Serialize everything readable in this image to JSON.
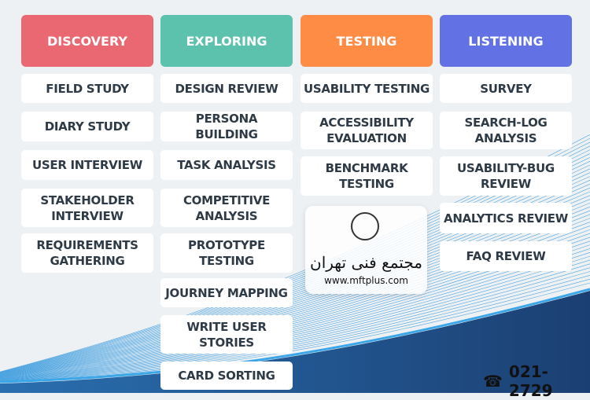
{
  "columns": [
    {
      "title": "DISCOVERY",
      "color": "#ea6872",
      "items": [
        "FIELD STUDY",
        "DIARY STUDY",
        "USER INTERVIEW",
        "STAKEHOLDER INTERVIEW",
        "REQUIREMENTS GATHERING"
      ]
    },
    {
      "title": "EXPLORING",
      "color": "#5cc2ad",
      "items": [
        "DESIGN REVIEW",
        "PERSONA BUILDING",
        "TASK ANALYSIS",
        "COMPETITIVE ANALYSIS",
        "PROTOTYPE TESTING",
        "JOURNEY MAPPING",
        "WRITE USER STORIES",
        "CARD SORTING"
      ]
    },
    {
      "title": "TESTING",
      "color": "#ff8c45",
      "items": [
        "USABILITY TESTING",
        "ACCESSIBILITY EVALUATION",
        "BENCHMARK TESTING"
      ]
    },
    {
      "title": "LISTENING",
      "color": "#6272e4",
      "items": [
        "SURVEY",
        "SEARCH-LOG ANALYSIS",
        "USABILITY-BUG REVIEW",
        "ANALYTICS REVIEW",
        "FAQ REVIEW"
      ]
    }
  ],
  "watermark": {
    "name": "مجتمع فنی تهران",
    "url": "www.mftplus.com"
  },
  "phone": "021-2729"
}
